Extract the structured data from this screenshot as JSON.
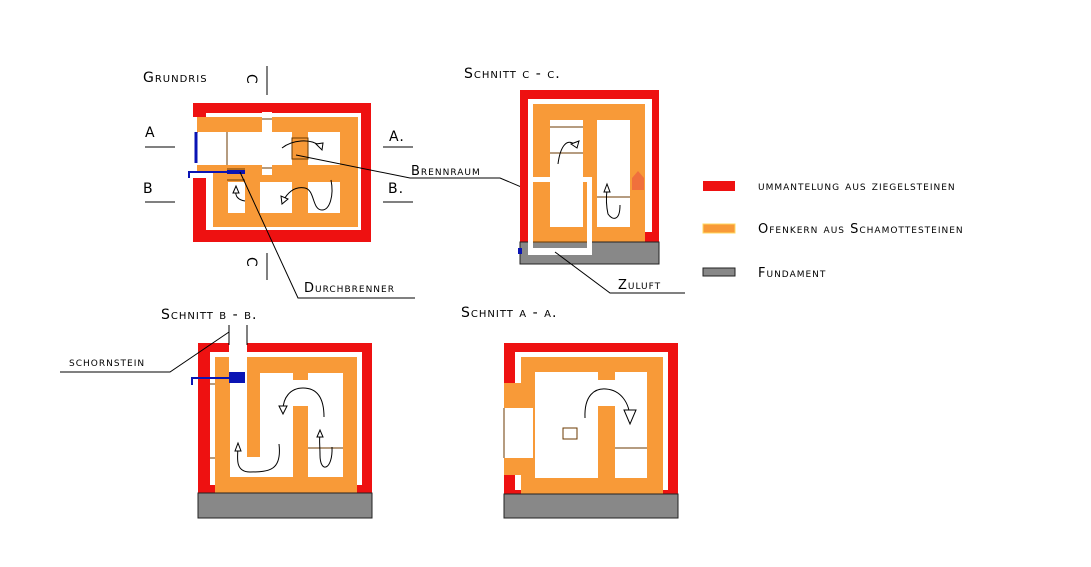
{
  "titles": {
    "grundris": "Grundris",
    "schnitt_c": "Schnitt c - c.",
    "schnitt_b": "Schnitt b - b.",
    "schnitt_a": "Schnitt a - a."
  },
  "section_marks": {
    "a_left": "A",
    "a_right": "A.",
    "b_left": "B",
    "b_right": "B.",
    "c_top": "C",
    "c_bottom": "C"
  },
  "annotations": {
    "brennraum": "Brennraum",
    "durchbrenner": "Durchbrenner",
    "zuluft": "Zuluft",
    "schornstein": "schornstein"
  },
  "legend": [
    {
      "label": "ummantelung aus ziegelsteinen",
      "color": "#ee1111"
    },
    {
      "label": "Ofenkern aus Schamottesteinen",
      "color": "#f89a38"
    },
    {
      "label": "Fundament",
      "color": "#888888"
    }
  ],
  "colors": {
    "brick": "#ee1111",
    "firebrick_core": "#f89a38",
    "foundation": "#888888",
    "metal": "#0a14b4"
  }
}
